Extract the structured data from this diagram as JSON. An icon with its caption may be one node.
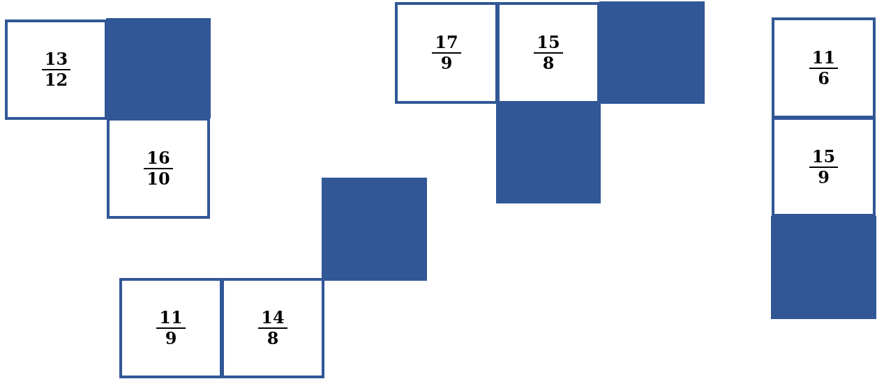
{
  "diagram": {
    "nodes": [
      {
        "text": [
          "13",
          "12"
        ]
      },
      {
        "text": [],
        "shape": "box"
      },
      {
        "text": [
          "16",
          "10"
        ]
      },
      {
        "text": [
          "17",
          "9"
        ]
      },
      {
        "text": [
          "15",
          "8"
        ]
      },
      {
        "text": [],
        "shape": "box"
      },
      {
        "text": [],
        "shape": "box"
      },
      {
        "text": [
          "11",
          "6"
        ]
      },
      {
        "text": [
          "15",
          "9"
        ]
      },
      {
        "text": [],
        "shape": "box"
      },
      {
        "text": [],
        "shape": "box"
      },
      {
        "text": [
          "11",
          "9"
        ]
      },
      {
        "text": [
          "14",
          "8"
        ]
      }
    ]
  }
}
